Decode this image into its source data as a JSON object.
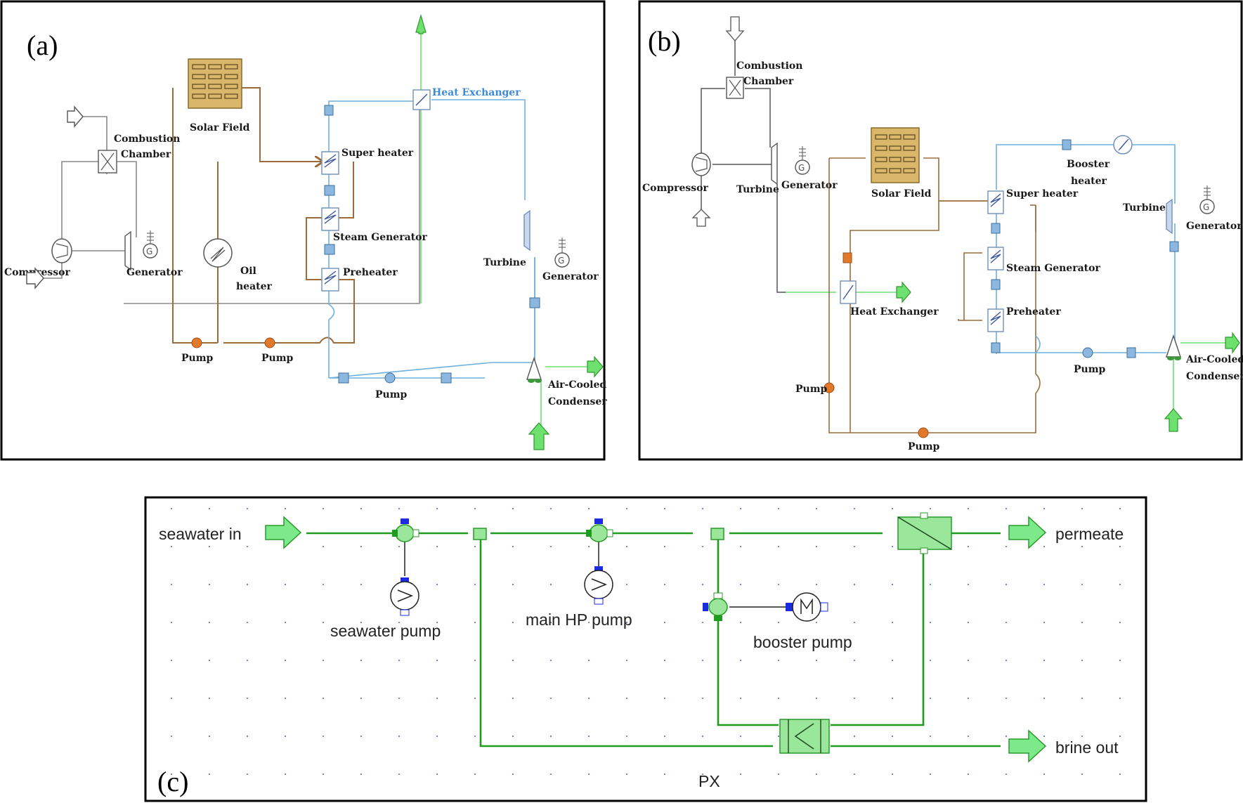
{
  "colors": {
    "gas": "#8a8a8a",
    "oil": "#9c6b3c",
    "steam": "#6fb0e0",
    "air": "#6ee06e",
    "ro_line": "#1f9b1f",
    "solar": "#d9b66a"
  },
  "panel_a": {
    "letter": "(a)",
    "labels": {
      "solar_field": "Solar Field",
      "combustion": "Combustion",
      "chamber": "Chamber",
      "super_heater": "Super heater",
      "heat_exchanger": "Heat Exchanger",
      "steam_generator": "Steam Generator",
      "preheater": "Preheater",
      "compressor": "Compressor",
      "generator1": "Generator",
      "oil": "Oil",
      "heater": "heater",
      "turbine": "Turbine",
      "generator2": "Generator",
      "pump1": "Pump",
      "pump2": "Pump",
      "pump3": "Pump",
      "air_cooled": "Air-Cooled",
      "condenser": "Condenser"
    }
  },
  "panel_b": {
    "letter": "(b)",
    "labels": {
      "combustion": "Combustion",
      "chamber": "Chamber",
      "compressor": "Compressor",
      "turbine1": "Turbine",
      "generator1": "Generator",
      "solar_field": "Solar Field",
      "super_heater": "Super heater",
      "booster": "Booster",
      "heater": "heater",
      "turbine2": "Turbine",
      "generator2": "Generator",
      "steam_generator": "Steam Generator",
      "heat_exchanger": "Heat Exchanger",
      "preheater": "Preheater",
      "pump1": "Pump",
      "pump2": "Pump",
      "pump3": "Pump",
      "air_cooled": "Air-Cooled",
      "condenser": "Condenser"
    }
  },
  "panel_c": {
    "letter": "(c)",
    "labels": {
      "seawater_in": "seawater in",
      "permeate": "permeate",
      "seawater_pump": "seawater pump",
      "main_hp_pump": "main HP pump",
      "booster_pump": "booster pump",
      "brine_out": "brine out",
      "px": "PX"
    }
  }
}
